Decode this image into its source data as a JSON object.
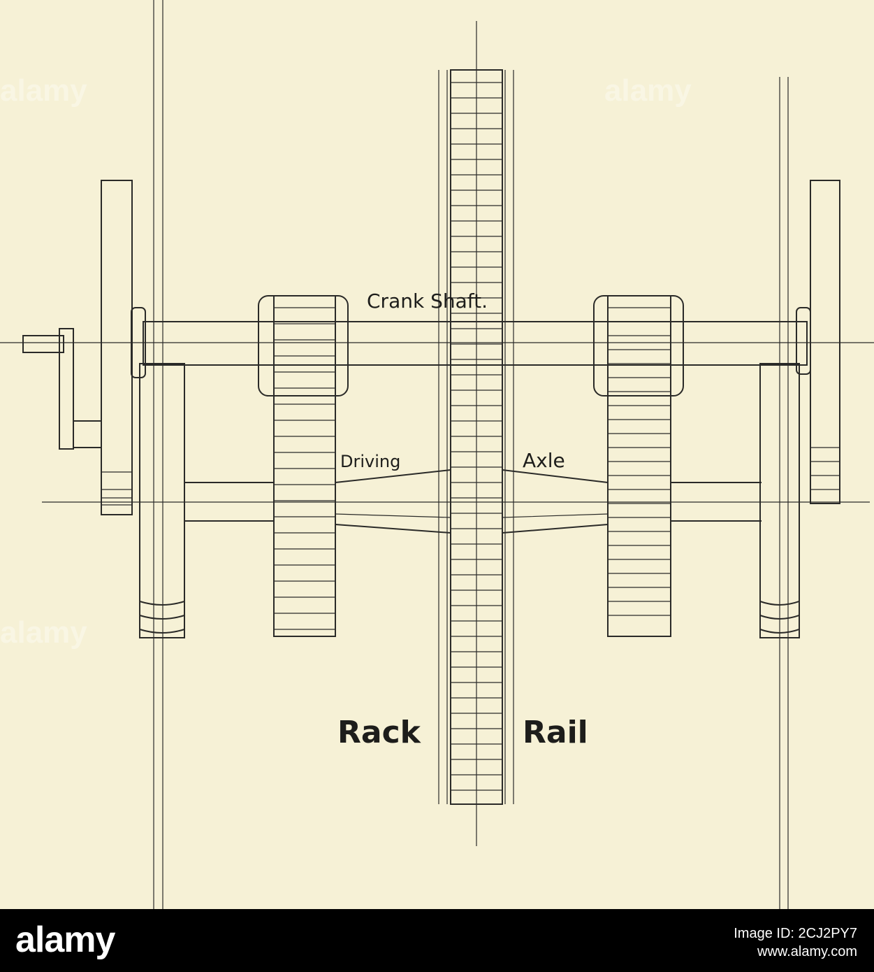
{
  "diagram": {
    "labels": {
      "crank_shaft": "Crank Shaft.",
      "driving": "Driving",
      "axle": "Axle",
      "rack": "Rack",
      "rail": "Rail"
    }
  },
  "footer": {
    "logo": "alamy",
    "image_id": "Image ID: 2CJ2PY7",
    "site": "www.alamy.com"
  },
  "watermark": "alamy"
}
